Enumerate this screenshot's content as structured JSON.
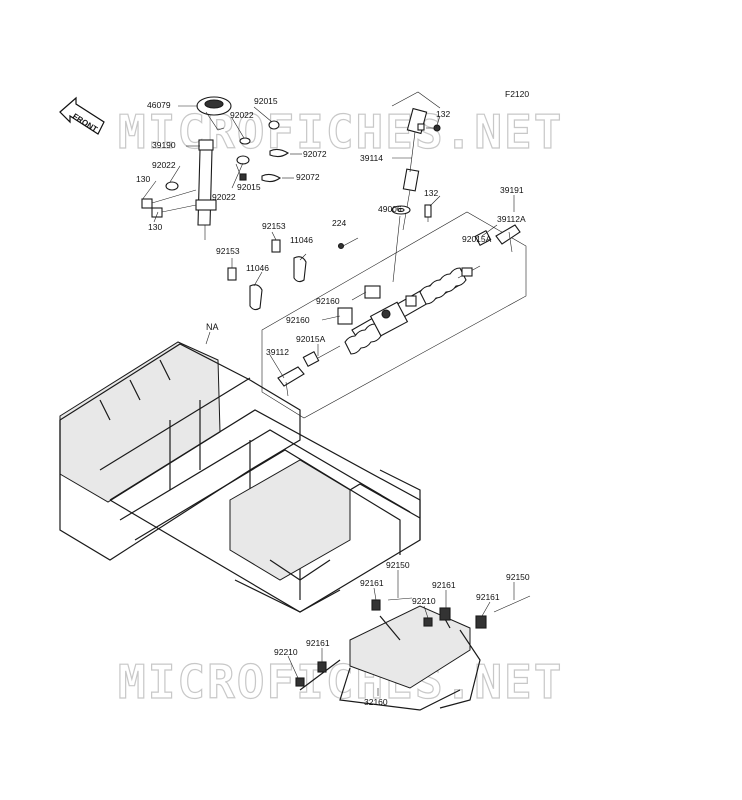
{
  "figure_code": "F2120",
  "front_label": "FRONT",
  "watermark": "MICROFICHES.NET",
  "labels": {
    "p46079": "46079",
    "p92015_a": "92015",
    "p92022_a": "92022",
    "p39190": "39190",
    "p92072_a": "92072",
    "p92022_b": "92022",
    "p130_a": "130",
    "p92015_b": "92015",
    "p92022_c": "92022",
    "p92072_b": "92072",
    "p130_b": "130",
    "p132_a": "132",
    "p39114": "39114",
    "p132_b": "132",
    "p39191": "39191",
    "p49006": "49006",
    "p224": "224",
    "p39112A": "39112A",
    "p92015A_a": "92015A",
    "p92153_a": "92153",
    "p11046_a": "11046",
    "p92153_b": "92153",
    "p11046_b": "11046",
    "p92160_a": "92160",
    "p92160_b": "92160",
    "p92015A_b": "92015A",
    "p39112": "39112",
    "pNA": "NA",
    "p92150_a": "92150",
    "p92161_a": "92161",
    "p92161_b": "92161",
    "p92150_b": "92150",
    "p92210_a": "92210",
    "p92161_c": "92161",
    "p92161_d": "92161",
    "p92210_b": "92210",
    "p32160": "32160"
  }
}
